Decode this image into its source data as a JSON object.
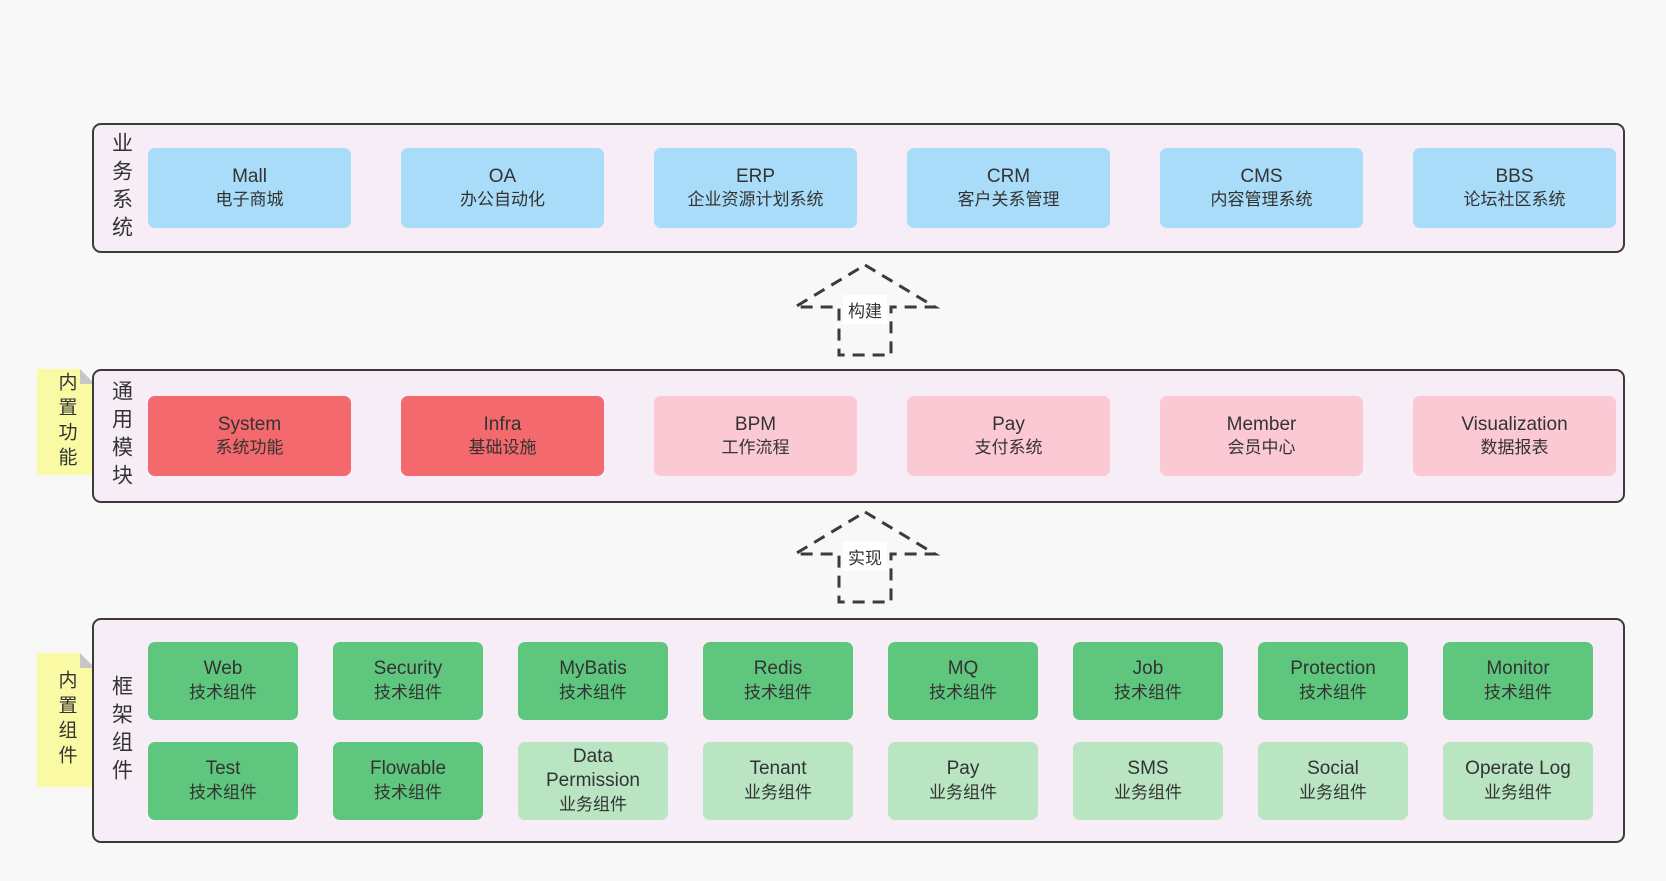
{
  "colors": {
    "page-bg": "#f8f8f8",
    "panel-bg": "#f7edf6",
    "line": "#3b3b3b",
    "blue": "#a9dcf8",
    "red": "#f4696d",
    "pink": "#fbc9d3",
    "green-dark": "#5fc67d",
    "green-light": "#bae5c2",
    "yellow": "#fafaa4",
    "fold": "#c6c6c6",
    "text": "#333333"
  },
  "business": {
    "label": "业务系统",
    "items": [
      {
        "en": "Mall",
        "cn": "电子商城"
      },
      {
        "en": "OA",
        "cn": "办公自动化"
      },
      {
        "en": "ERP",
        "cn": "企业资源计划系统"
      },
      {
        "en": "CRM",
        "cn": "客户关系管理"
      },
      {
        "en": "CMS",
        "cn": "内容管理系统"
      },
      {
        "en": "BBS",
        "cn": "论坛社区系统"
      }
    ]
  },
  "arrow_build": {
    "label": "构建"
  },
  "modules": {
    "note": "内置功能",
    "label": "通用模块",
    "items": [
      {
        "en": "System",
        "cn": "系统功能",
        "variant": "core"
      },
      {
        "en": "Infra",
        "cn": "基础设施",
        "variant": "core"
      },
      {
        "en": "BPM",
        "cn": "工作流程",
        "variant": "optional"
      },
      {
        "en": "Pay",
        "cn": "支付系统",
        "variant": "optional"
      },
      {
        "en": "Member",
        "cn": "会员中心",
        "variant": "optional"
      },
      {
        "en": "Visualization",
        "cn": "数据报表",
        "variant": "optional"
      }
    ]
  },
  "arrow_implement": {
    "label": "实现"
  },
  "components": {
    "note": "内置组件",
    "label": "框架组件",
    "row1": [
      {
        "en": "Web",
        "cn": "技术组件",
        "variant": "tech"
      },
      {
        "en": "Security",
        "cn": "技术组件",
        "variant": "tech"
      },
      {
        "en": "MyBatis",
        "cn": "技术组件",
        "variant": "tech"
      },
      {
        "en": "Redis",
        "cn": "技术组件",
        "variant": "tech"
      },
      {
        "en": "MQ",
        "cn": "技术组件",
        "variant": "tech"
      },
      {
        "en": "Job",
        "cn": "技术组件",
        "variant": "tech"
      },
      {
        "en": "Protection",
        "cn": "技术组件",
        "variant": "tech"
      },
      {
        "en": "Monitor",
        "cn": "技术组件",
        "variant": "tech"
      }
    ],
    "row2": [
      {
        "en": "Test",
        "cn": "技术组件",
        "variant": "tech"
      },
      {
        "en": "Flowable",
        "cn": "技术组件",
        "variant": "tech"
      },
      {
        "en": "Data Permission",
        "cn": "业务组件",
        "variant": "biz"
      },
      {
        "en": "Tenant",
        "cn": "业务组件",
        "variant": "biz"
      },
      {
        "en": "Pay",
        "cn": "业务组件",
        "variant": "biz"
      },
      {
        "en": "SMS",
        "cn": "业务组件",
        "variant": "biz"
      },
      {
        "en": "Social",
        "cn": "业务组件",
        "variant": "biz"
      },
      {
        "en": "Operate Log",
        "cn": "业务组件",
        "variant": "biz"
      }
    ]
  }
}
